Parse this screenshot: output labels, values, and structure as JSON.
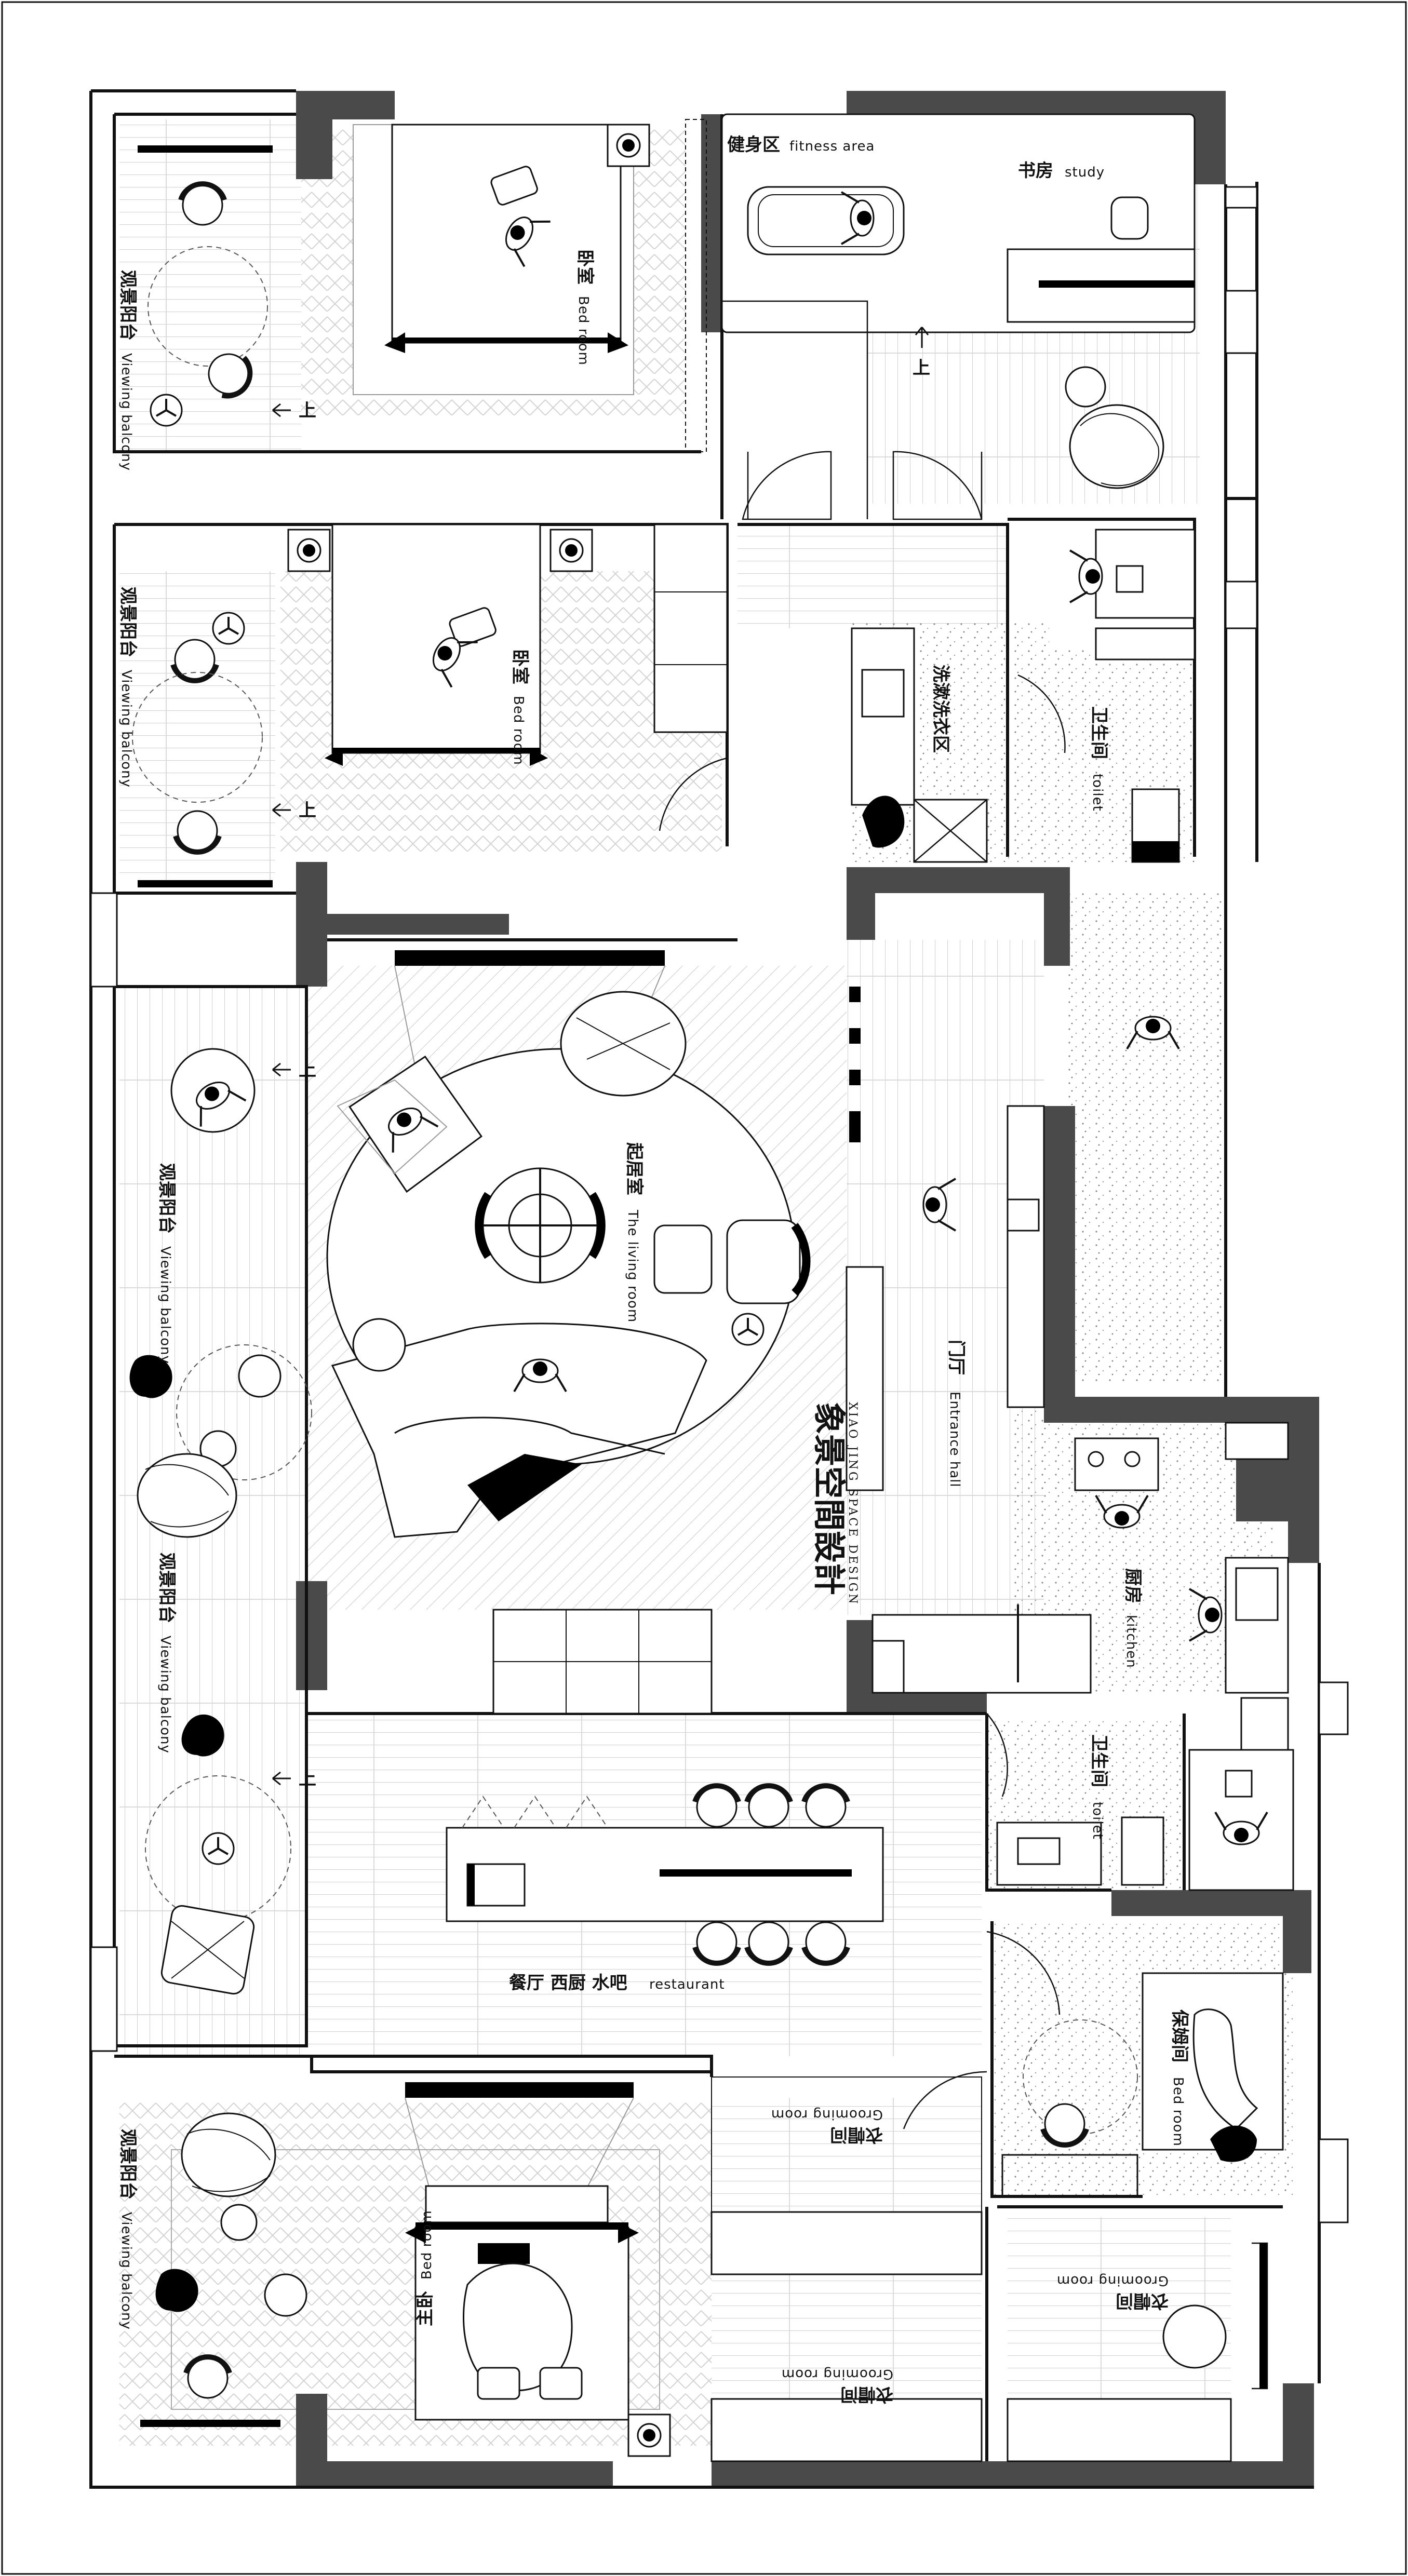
{
  "rooms": {
    "fitness": {
      "zh": "健身区",
      "en": "fitness area"
    },
    "study": {
      "zh": "书房",
      "en": "study"
    },
    "bedroom_top": {
      "zh": "卧室",
      "en": "Bed room"
    },
    "bedroom_second": {
      "zh": "卧室",
      "en": "Bed room"
    },
    "balcony_top": {
      "zh": "观景阳台",
      "en": "Viewing balcony"
    },
    "balcony_second": {
      "zh": "观景阳台",
      "en": "Viewing balcony"
    },
    "balcony_living": {
      "zh": "观景阳台",
      "en": "Viewing balcony"
    },
    "balcony_middle": {
      "zh": "观景阳台",
      "en": "Viewing balcony"
    },
    "balcony_bottom": {
      "zh": "观景阳台",
      "en": "Viewing balcony"
    },
    "laundry": {
      "zh": "洗漱洗衣区"
    },
    "toilet_top": {
      "zh": "卫生间",
      "en": "toilet"
    },
    "toilet_mid": {
      "zh": "卫生间",
      "en": "toilet"
    },
    "living": {
      "zh": "起居室",
      "en": "The living room"
    },
    "entrance": {
      "zh": "门厅",
      "en": "Entrance hall"
    },
    "kitchen": {
      "zh": "厨房",
      "en": "kitchen"
    },
    "dining": {
      "zh": "餐厅  西厨  水吧",
      "en": "restaurant"
    },
    "nanny": {
      "zh": "保姆间",
      "en": "Bed room"
    },
    "master": {
      "zh": "主卧",
      "en": "Bed room"
    },
    "cloak_1": {
      "zh": "衣帽间",
      "en": "Grooming room"
    },
    "cloak_2": {
      "zh": "衣帽间",
      "en": "Grooming room"
    },
    "cloak_3": {
      "zh": "衣帽间",
      "en": "Grooming room"
    }
  },
  "stairs_marker": "上",
  "brand": {
    "name": "象景空間設計",
    "sub": "XIAO JING SPACE DESIGN"
  },
  "colors": {
    "wall": "#4a4a4a",
    "line": "#111111",
    "background": "#ffffff"
  }
}
